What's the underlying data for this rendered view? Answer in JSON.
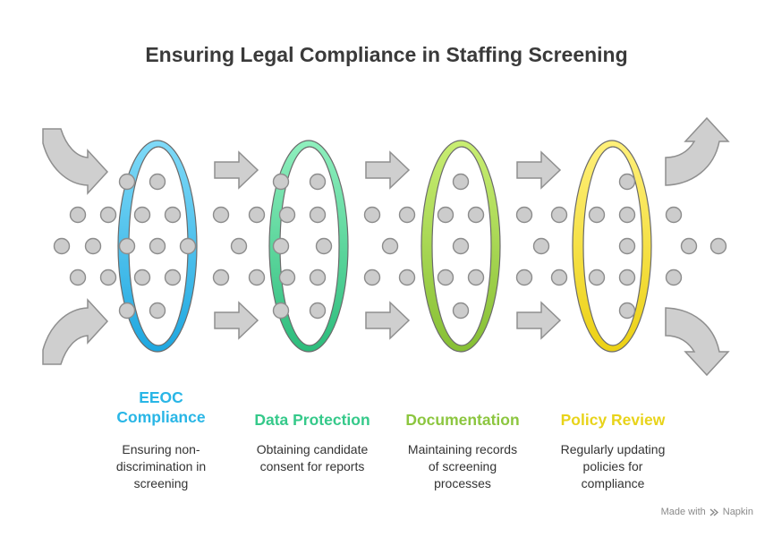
{
  "title": "Ensuring Legal Compliance in Staffing Screening",
  "stages": [
    {
      "label_line1": "EEOC",
      "label_line2": "Compliance",
      "desc_line1": "Ensuring non-",
      "desc_line2": "discrimination in",
      "desc_line3": "screening",
      "color": "#29b6e6"
    },
    {
      "label_line1": "Data Protection",
      "label_line2": "",
      "desc_line1": "Obtaining candidate",
      "desc_line2": "consent for reports",
      "desc_line3": "",
      "color": "#35c98a"
    },
    {
      "label_line1": "Documentation",
      "label_line2": "",
      "desc_line1": "Maintaining records",
      "desc_line2": "of screening",
      "desc_line3": "processes",
      "color": "#8cc63f"
    },
    {
      "label_line1": "Policy Review",
      "label_line2": "",
      "desc_line1": "Regularly updating",
      "desc_line2": "policies for",
      "desc_line3": "compliance",
      "color": "#e8d31a"
    }
  ],
  "footer": {
    "made_with": "Made with",
    "brand": "Napkin"
  },
  "icons": {
    "arrow": "arrow-right-icon",
    "ring": "filter-ring-icon",
    "brand": "napkin-logo-icon"
  }
}
